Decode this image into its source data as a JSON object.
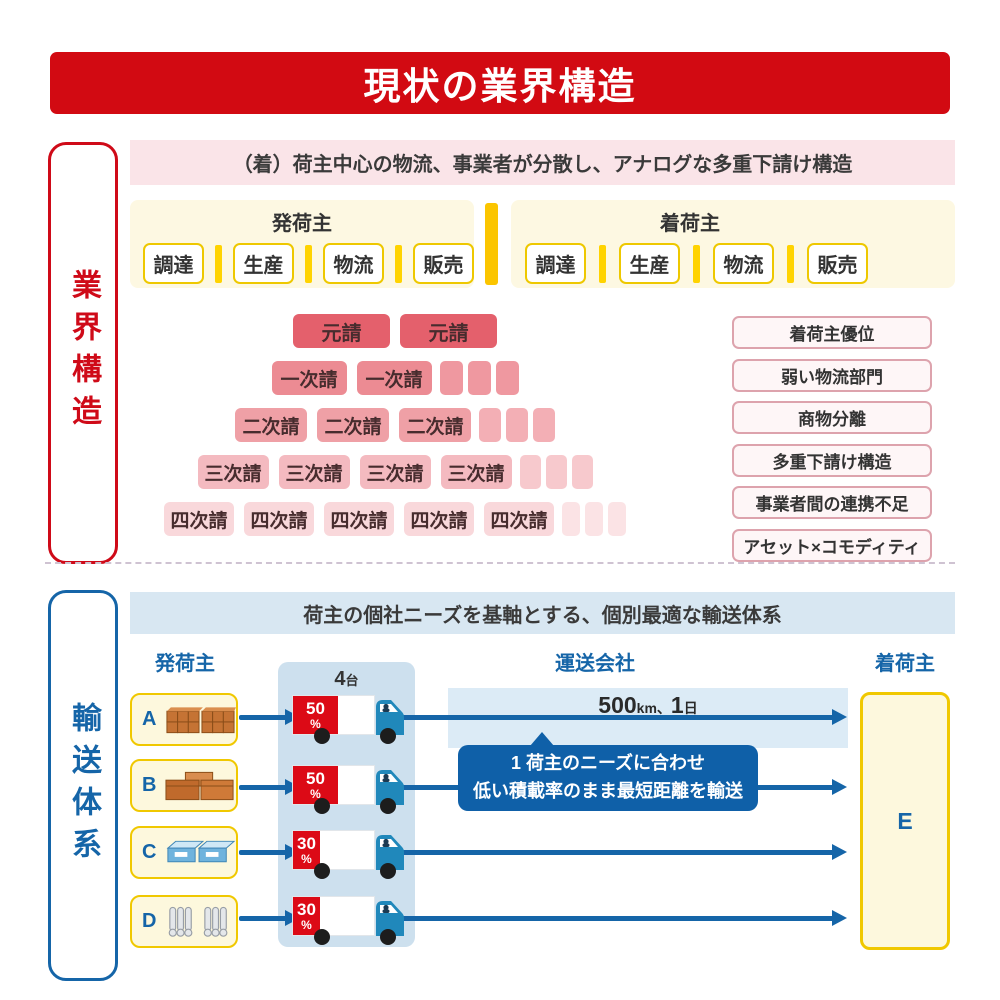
{
  "title": "現状の業界構造",
  "colors": {
    "banner_red": "#d20a12",
    "industry_accent": "#cf0a18",
    "transport_accent": "#1565a8",
    "yellow_border": "#f0c800",
    "truck_load_red": "#dc0a16",
    "callout_blue": "#0f60a8"
  },
  "section_industry": {
    "sidebar_label": "業界構造",
    "header": "（着）荷主中心の物流、事業者が分散し、アナログな多重下請け構造",
    "shipper_panel": {
      "title": "発荷主",
      "functions": [
        "調達",
        "生産",
        "物流",
        "販売"
      ]
    },
    "consignee_panel": {
      "title": "着荷主",
      "functions": [
        "調達",
        "生産",
        "物流",
        "販売"
      ]
    },
    "pyramid": {
      "rows": [
        {
          "label": "元請",
          "labeled_count": 2,
          "extra_count": 0
        },
        {
          "label": "一次請",
          "labeled_count": 2,
          "extra_count": 3
        },
        {
          "label": "二次請",
          "labeled_count": 3,
          "extra_count": 3
        },
        {
          "label": "三次請",
          "labeled_count": 4,
          "extra_count": 3
        },
        {
          "label": "四次請",
          "labeled_count": 5,
          "extra_count": 3
        }
      ]
    },
    "issues": [
      "着荷主優位",
      "弱い物流部門",
      "商物分離",
      "多重下請け構造",
      "事業者間の連携不足",
      "アセット×コモディティ"
    ]
  },
  "section_transport": {
    "sidebar_label": "輸送体系",
    "header": "荷主の個社ニーズを基軸とする、個別最適な輸送体系",
    "columns": {
      "shippers": "発荷主",
      "carrier": "運送会社",
      "consignee": "着荷主"
    },
    "fleet": {
      "value": "4",
      "unit": "台"
    },
    "route": {
      "distance": "500",
      "distance_unit": "km",
      "separator": "、",
      "duration": "1",
      "duration_unit": "日"
    },
    "callout": {
      "line1": "1 荷主のニーズに合わせ",
      "line2": "低い積載率のまま最短距離を輸送"
    },
    "shippers": [
      {
        "id": "A",
        "cargo_icon": "brown-carton-stack-icon"
      },
      {
        "id": "B",
        "cargo_icon": "brown-carton-large-icon"
      },
      {
        "id": "C",
        "cargo_icon": "blue-crates-icon"
      },
      {
        "id": "D",
        "cargo_icon": "gray-rolls-icon"
      }
    ],
    "trucks": [
      {
        "load": "50",
        "unit": "%"
      },
      {
        "load": "50",
        "unit": "%"
      },
      {
        "load": "30",
        "unit": "%"
      },
      {
        "load": "30",
        "unit": "%"
      }
    ],
    "consignee_id": "E"
  }
}
